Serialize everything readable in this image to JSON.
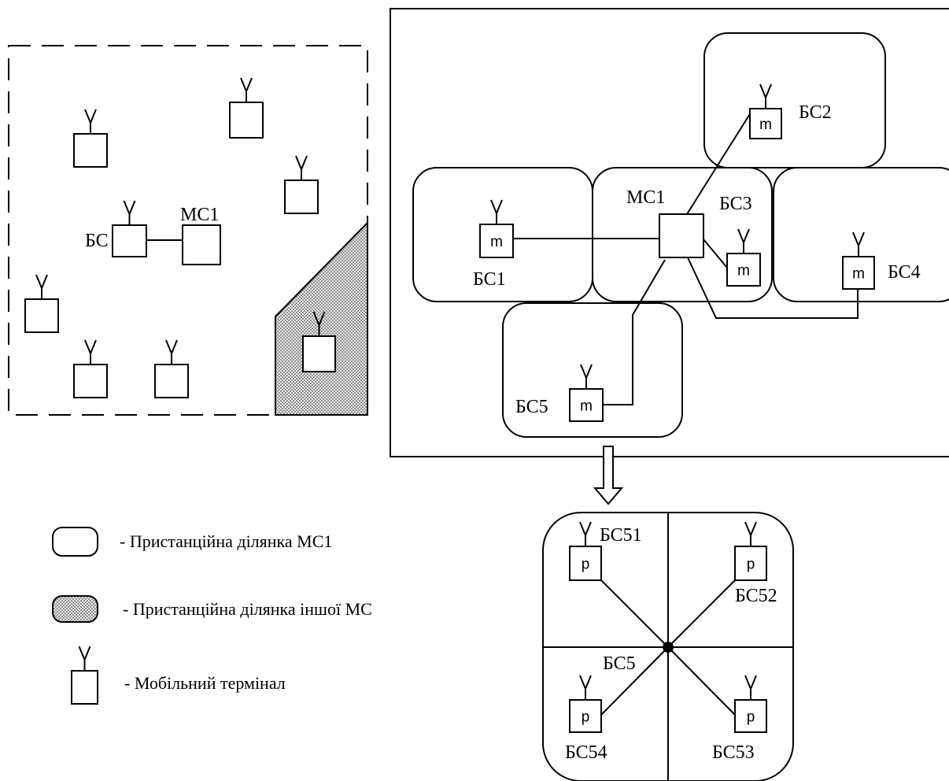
{
  "colors": {
    "stroke": "#000000",
    "background": "#ffffff",
    "dotted_fill": "#d9d9d9"
  },
  "left_panel": {
    "bs_label": "БС",
    "msc_label": "МС1"
  },
  "right_panel": {
    "msc_label": "МС1",
    "terminal_mark": "m",
    "stations": {
      "bs1": "БС1",
      "bs2": "БС2",
      "bs3": "БС3",
      "bs4": "БС4",
      "bs5": "БС5"
    }
  },
  "detail": {
    "terminal_mark": "р",
    "center_label": "БС5",
    "stations": {
      "bs51": "БС51",
      "bs52": "БС52",
      "bs53": "БС53",
      "bs54": "БС54"
    }
  },
  "legend": {
    "items": [
      {
        "icon": "rounded-rect-icon",
        "text": "- Пристанційна ділянка МС1"
      },
      {
        "icon": "dotted-rounded-rect-icon",
        "text": "- Пристанційна ділянка іншої МС"
      },
      {
        "icon": "mobile-terminal-icon",
        "text": "- Мобільний термінал"
      }
    ]
  }
}
